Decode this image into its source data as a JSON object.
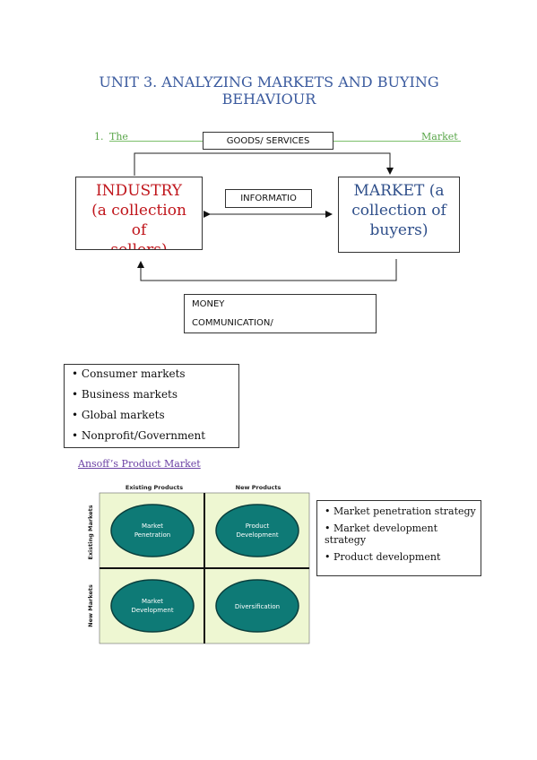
{
  "title_line1": "UNIT 3. ANALYZING MARKETS AND BUYING",
  "title_line2": "BEHAVIOUR",
  "section": {
    "number": "1.",
    "left": "The",
    "right": "Market"
  },
  "flow": {
    "goods": "GOODS/ SERVICES",
    "information": "INFORMATIO",
    "industry_lines": [
      "INDUSTRY",
      "(a collection",
      "of",
      "sellers)"
    ],
    "market_lines": [
      "MARKET (a",
      "collection of",
      "buyers)"
    ],
    "money_lines": [
      "MONEY",
      "COMMUNICATION/"
    ]
  },
  "market_types": [
    "• Consumer markets",
    "• Business markets",
    "• Global markets",
    "• Nonprofit/Government"
  ],
  "ansoff_label": "Ansoff’s Product Market",
  "matrix": {
    "col_headers": [
      "Existing Products",
      "New Products"
    ],
    "row_headers": [
      "Existing Markets",
      "New Markets"
    ],
    "cells": [
      [
        "Market",
        "Penetration"
      ],
      [
        "Product",
        "Development"
      ],
      [
        "Market",
        "Development"
      ],
      [
        "Diversification"
      ]
    ],
    "colors": {
      "background": "#eef7d2",
      "ellipse": "#0e7a76",
      "ellipse_stroke": "#0a3f3d"
    }
  },
  "strategies": [
    "• Market penetration strategy",
    "• Market development strategy",
    "• Product development"
  ]
}
